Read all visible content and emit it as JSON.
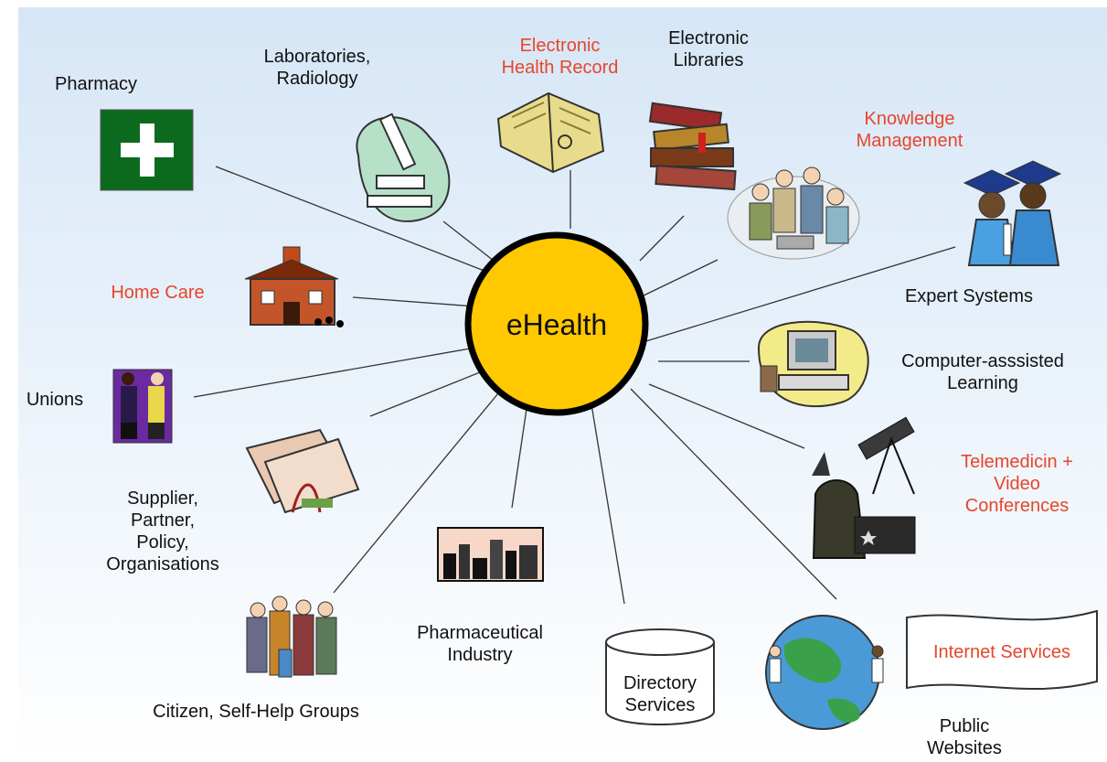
{
  "center": {
    "label": "eHealth",
    "fill": "#ffc800"
  },
  "accent_red": "#e8452a",
  "nodes": [
    {
      "id": "pharmacy",
      "label": "Pharmacy",
      "icon": "green-cross-icon"
    },
    {
      "id": "laboratories",
      "label": "Laboratories,\nRadiology",
      "icon": "microscope-icon"
    },
    {
      "id": "ehr",
      "label": "Electronic\nHealth  Record",
      "icon": "open-book-icon",
      "highlight": true
    },
    {
      "id": "libraries",
      "label": "Electronic\nLibraries",
      "icon": "books-stack-icon"
    },
    {
      "id": "knowledge",
      "label": "Knowledge\nManagement",
      "icon": "team-meeting-icon",
      "highlight": true
    },
    {
      "id": "expert",
      "label": "Expert Systems",
      "icon": "graduates-icon"
    },
    {
      "id": "home_care",
      "label": "Home Care",
      "icon": "schoolhouse-icon",
      "highlight": true
    },
    {
      "id": "computer",
      "label": "Computer-asssisted\nLearning",
      "icon": "computer-icon"
    },
    {
      "id": "unions",
      "label": "Unions",
      "icon": "handshake-icon"
    },
    {
      "id": "telemedicine",
      "label": "Telemedicin +\nVideo\nConferences",
      "icon": "telescope-wizard-icon",
      "highlight": true
    },
    {
      "id": "supplier",
      "label": "Supplier,\nPartner,\nPolicy,\nOrganisations",
      "icon": "folders-icon"
    },
    {
      "id": "pharma",
      "label": "Pharmaceutical\nIndustry",
      "icon": "city-skyline-icon"
    },
    {
      "id": "citizen",
      "label": "Citizen,  Self-Help Groups",
      "icon": "crowd-icon"
    },
    {
      "id": "directory",
      "label": "Directory\nServices",
      "icon": "database-cylinder-icon"
    },
    {
      "id": "internet",
      "label": "Internet Services",
      "icon": "scroll-banner-icon",
      "highlight": true
    },
    {
      "id": "websites",
      "label": "Public\nWebsites",
      "icon": "globe-people-icon"
    }
  ]
}
